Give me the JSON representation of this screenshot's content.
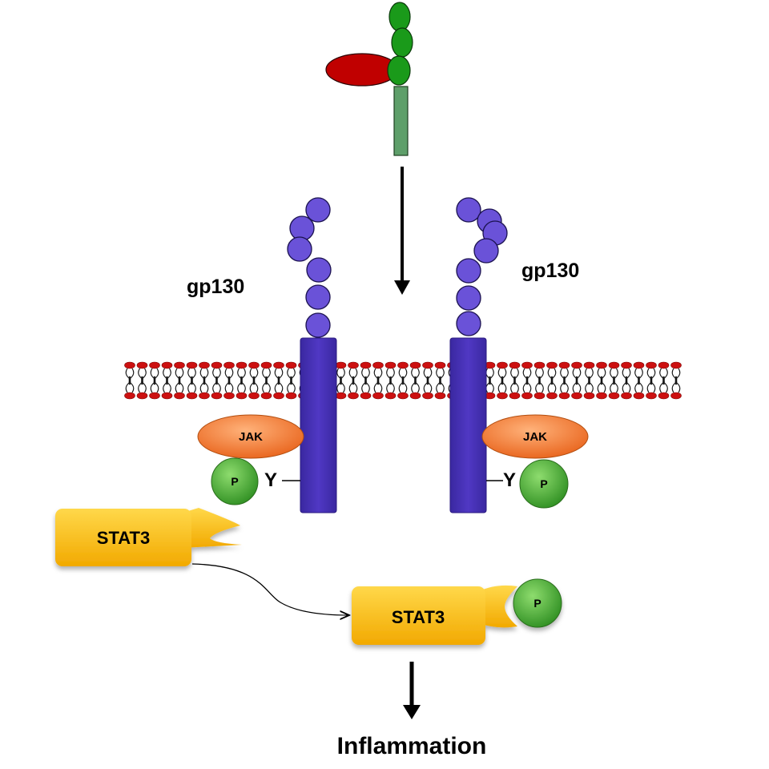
{
  "labels": {
    "left_receptor": "gp130",
    "right_receptor": "gp130",
    "kinase_left": "JAK",
    "kinase_right": "JAK",
    "phospho_left": "P",
    "phospho_right": "P",
    "phospho_stat": "P",
    "tyrosine_left": "Y",
    "tyrosine_right": "Y",
    "stat_inactive": "STAT3",
    "stat_active": "STAT3",
    "outcome": "Inflammation"
  },
  "colors": {
    "ligand_red": "#c00000",
    "receptor_green": "#1a9a1a",
    "stalk_green": "#5e9f6a",
    "gp130_bead": "#6a52d8",
    "gp130_bar": "#4530b0",
    "jak_orange": "#f07a30",
    "phospho_green": "#4caf3a",
    "stat_yellow": "#f5b800",
    "membrane_head": "#cc1111"
  },
  "icons": {
    "ligand": "il6-receptor-complex-icon",
    "membrane": "lipid-bilayer-icon"
  }
}
